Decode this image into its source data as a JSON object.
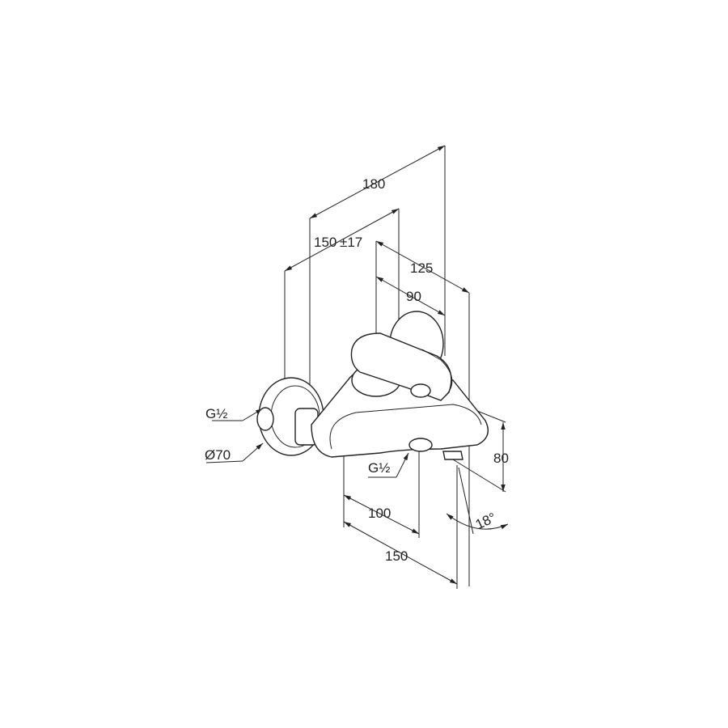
{
  "drawing": {
    "dimensions": {
      "total_depth": "180",
      "wall_distance": "150",
      "wall_tolerance": "±17",
      "spout_reach": "125",
      "handle_depth": "90",
      "outlet_offset": "100",
      "overall_width": "150",
      "height": "80",
      "spout_angle": "18°"
    },
    "labels": {
      "thread_inlet": "G½",
      "thread_outlet": "G½",
      "rosette_diameter": "Ø70"
    }
  }
}
